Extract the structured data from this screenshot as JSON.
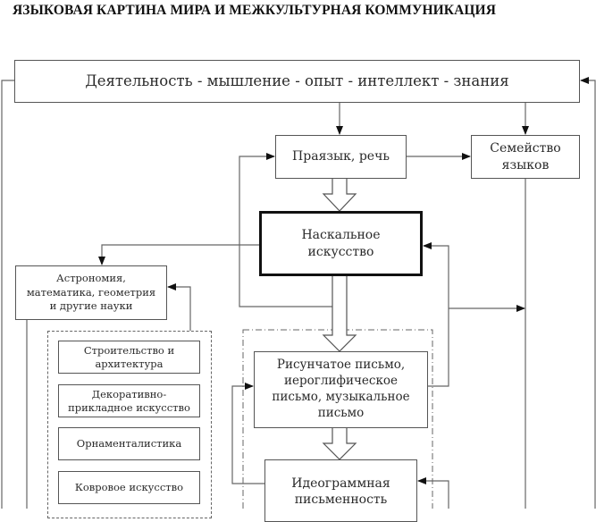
{
  "title": "ЯЗЫКОВАЯ КАРТИНА МИРА И МЕЖКУЛЬТУРНАЯ КОММУНИКАЦИЯ",
  "nodes": {
    "activity": "Деятельность - мышление - опыт - интеллект - знания",
    "protolanguage": "Праязык, речь",
    "language_family": "Семейство языков",
    "rock_art": "Наскальное искусство",
    "sciences": "Астрономия, математика, геометрия и другие науки",
    "construction": "Строительство и архитектура",
    "decorative": "Декоративно-прикладное искусство",
    "ornament": "Орнаменталистика",
    "carpet": "Ковровое искусство",
    "pictographic": "Рисунчатое письмо, иероглифическое письмо, музыкальное письмо",
    "ideographic": "Идеограммная письменность"
  },
  "node_lines": {
    "language_family": [
      "Семейство",
      "языков"
    ],
    "rock_art": [
      "Наскальное",
      "искусство"
    ],
    "sciences": [
      "Астрономия,",
      "математика, геометрия",
      "и другие науки"
    ],
    "construction": [
      "Строительство и",
      "архитектура"
    ],
    "decorative": [
      "Декоративно-",
      "прикладное искусство"
    ],
    "pictographic": [
      "Рисунчатое письмо,",
      "иероглифическое",
      "письмо, музыкальное",
      "письмо"
    ],
    "ideographic": [
      "Идеограммная",
      "письменность"
    ]
  }
}
